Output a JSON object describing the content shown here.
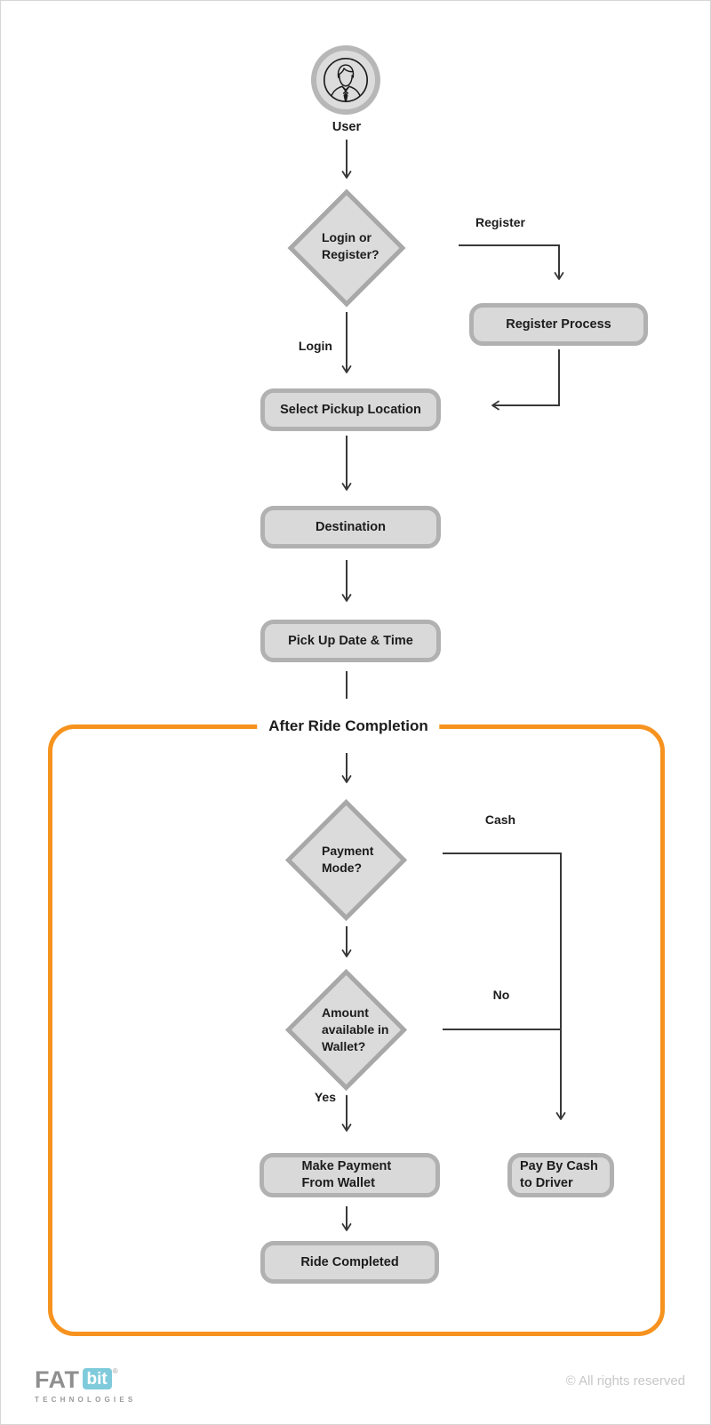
{
  "flow": {
    "start": {
      "label": "User"
    },
    "decisions": {
      "login_or_register": "Login or Register?",
      "payment_mode": "Payment Mode?",
      "amount_in_wallet": "Amount available in Wallet?"
    },
    "processes": {
      "register_process": "Register Process",
      "select_pickup_location": "Select Pickup Location",
      "destination": "Destination",
      "pickup_date_time": "Pick Up Date & Time",
      "make_payment_from_wallet": "Make Payment From Wallet",
      "pay_by_cash_to_driver": "Pay By Cash to Driver",
      "ride_completed": "Ride Completed"
    },
    "edge_labels": {
      "register": "Register",
      "login": "Login",
      "cash": "Cash",
      "no": "No",
      "yes": "Yes"
    },
    "group": {
      "label": "After Ride Completion",
      "border_color": "#F6921E"
    }
  },
  "footer": {
    "logo": {
      "part1": "FAT",
      "part2": "bit",
      "registered": "®",
      "tagline": "TECHNOLOGIES"
    },
    "copyright": "© All rights reserved"
  },
  "colors": {
    "node_fill": "#dbdbdb",
    "node_border": "#aeaeae",
    "connector": "#383838",
    "group_border": "#F6921E"
  }
}
